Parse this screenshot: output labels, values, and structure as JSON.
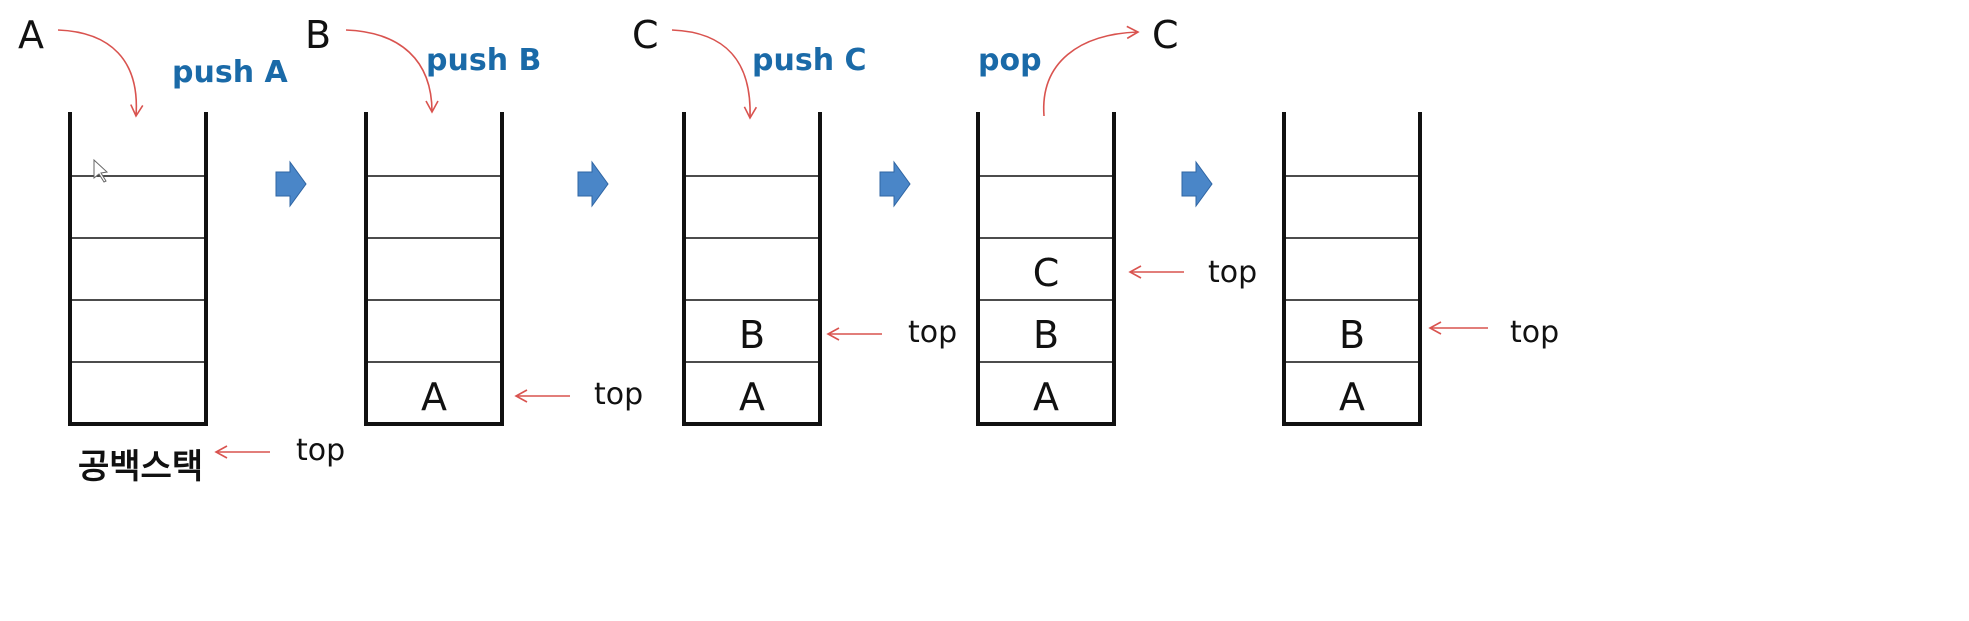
{
  "colors": {
    "operation": "#1a6aa8",
    "arrow_red": "#d9534f",
    "step_arrow": "#4a86c8",
    "line": "#111111"
  },
  "step_arrow_icon": "right-arrow-icon",
  "empty_stack_caption": "공백스택",
  "top_label": "top",
  "stages": [
    {
      "item": "A",
      "operation": "push A",
      "contents": []
    },
    {
      "item": "B",
      "operation": "push B",
      "contents": [
        "A"
      ]
    },
    {
      "item": "C",
      "operation": "push C",
      "contents": [
        "A",
        "B"
      ]
    },
    {
      "item": "C",
      "operation": "pop",
      "contents": [
        "A",
        "B",
        "C"
      ]
    },
    {
      "item": "",
      "operation": "",
      "contents": [
        "A",
        "B"
      ]
    }
  ]
}
